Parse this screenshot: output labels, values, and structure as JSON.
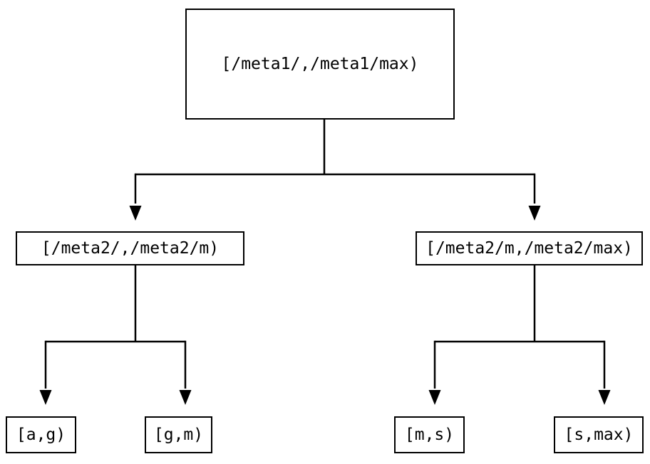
{
  "diagram": {
    "background_color": "#ffffff",
    "line_color": "#000000",
    "nodes": {
      "root": {
        "label": "[/meta1/,/meta1/max)"
      },
      "mid_left": {
        "label": "[/meta2/,/meta2/m)"
      },
      "mid_right": {
        "label": "[/meta2/m,/meta2/max)"
      },
      "leaf_ag": {
        "label": "[a,g)"
      },
      "leaf_gm": {
        "label": "[g,m)"
      },
      "leaf_ms": {
        "label": "[m,s)"
      },
      "leaf_smax": {
        "label": "[s,max)"
      }
    }
  }
}
